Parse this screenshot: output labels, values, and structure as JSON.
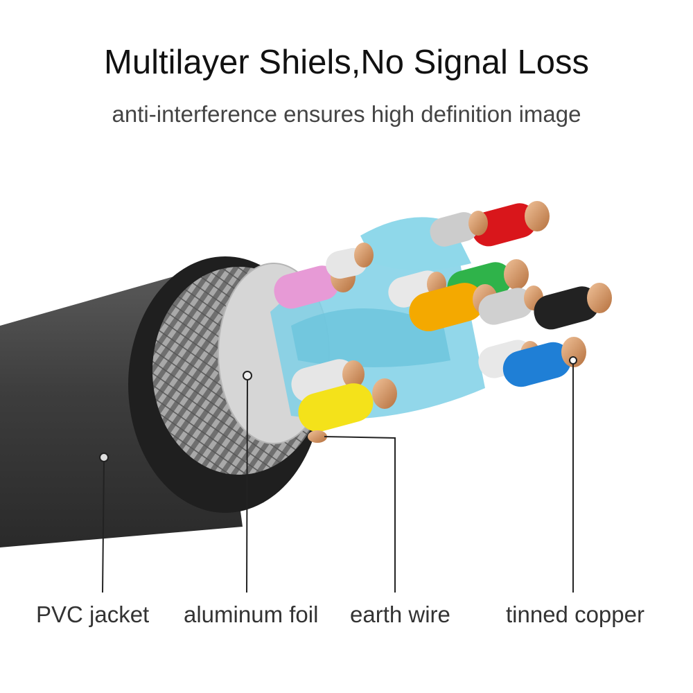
{
  "header": {
    "title": "Multilayer Shiels,No Signal Loss",
    "subtitle": "anti-interference ensures high definition image"
  },
  "labels": {
    "pvc_jacket": "PVC jacket",
    "aluminum_foil": "aluminum foil",
    "earth_wire": "earth wire",
    "tinned_copper": "tinned copper"
  },
  "colors": {
    "jacket": "#4a4a4a",
    "braid": "#8a8a8a",
    "foil": "#cfcfcf",
    "insulation_blue": "#7fd0e6",
    "wire_pink": "#e79ad6",
    "wire_yellow": "#f4e21a",
    "wire_orange": "#f4a900",
    "wire_green": "#2fb34a",
    "wire_red": "#d9161b",
    "wire_blue": "#1f7fd6",
    "wire_black": "#222222",
    "copper": "#d89a6a"
  }
}
